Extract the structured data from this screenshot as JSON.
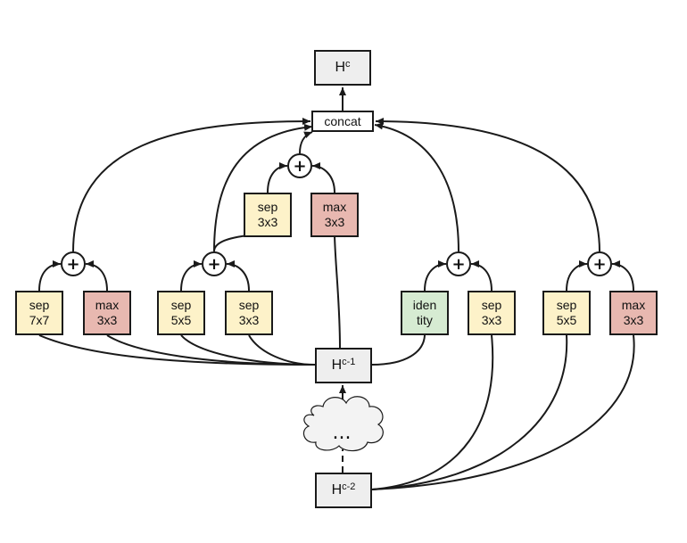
{
  "output": {
    "base": "H",
    "sup": "c"
  },
  "concat": "concat",
  "input_prev": {
    "base": "H",
    "sup": "c-1"
  },
  "input_prev2": {
    "base": "H",
    "sup": "c-2"
  },
  "ellipsis": "...",
  "sum_symbol": "+",
  "ops": {
    "b1_left": [
      "sep",
      "7x7"
    ],
    "b1_right": [
      "max",
      "3x3"
    ],
    "b2_left": [
      "sep",
      "5x5"
    ],
    "b2_right": [
      "sep",
      "3x3"
    ],
    "b3_left": [
      "sep",
      "3x3"
    ],
    "b3_right": [
      "max",
      "3x3"
    ],
    "b4_left": [
      "iden",
      "tity"
    ],
    "b4_right": [
      "sep",
      "3x3"
    ],
    "b5_left": [
      "sep",
      "5x5"
    ],
    "b5_right": [
      "max",
      "3x3"
    ]
  },
  "colors": {
    "sep": "#fdf2c9",
    "max": "#e8b8b0",
    "identity": "#d6ebd2",
    "state": "#eeeeee",
    "edge": "#1a1a1a"
  }
}
